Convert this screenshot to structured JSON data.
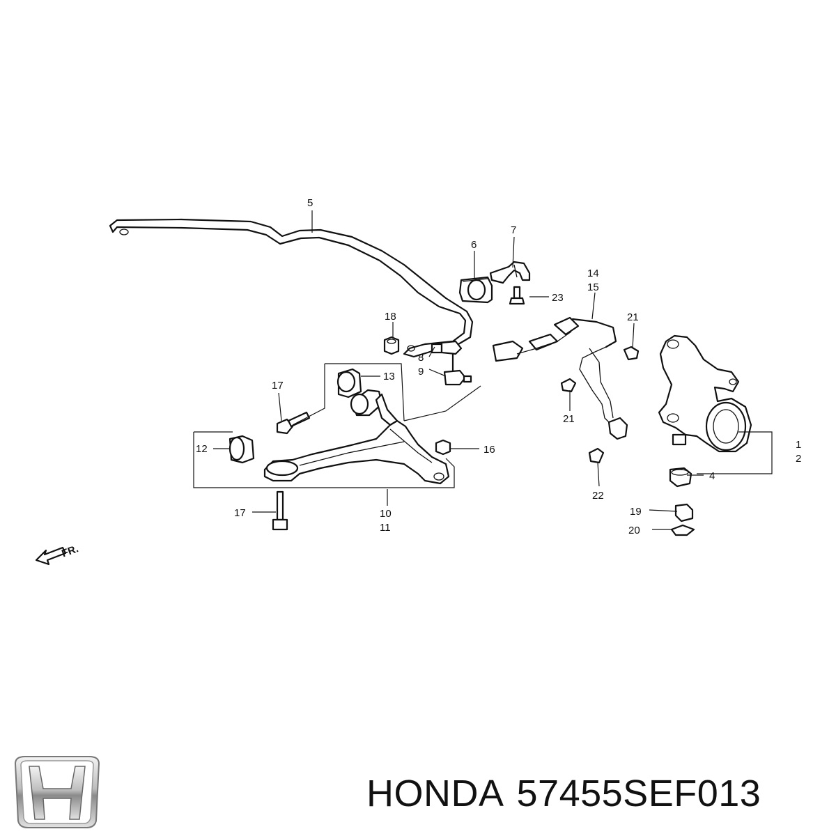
{
  "callouts": {
    "c1": "1",
    "c2": "2",
    "c4": "4",
    "c5": "5",
    "c6": "6",
    "c7": "7",
    "c8": "8",
    "c9": "9",
    "c10": "10",
    "c11": "11",
    "c12": "12",
    "c13": "13",
    "c14": "14",
    "c15": "15",
    "c16": "16",
    "c17a": "17",
    "c17b": "17",
    "c18": "18",
    "c19": "19",
    "c20": "20",
    "c21a": "21",
    "c21b": "21",
    "c22": "22",
    "c23": "23"
  },
  "front_arrow_label": "FR.",
  "brand": {
    "make": "HONDA",
    "part_number": "57455SEF013",
    "logo": "honda-h-logo"
  }
}
